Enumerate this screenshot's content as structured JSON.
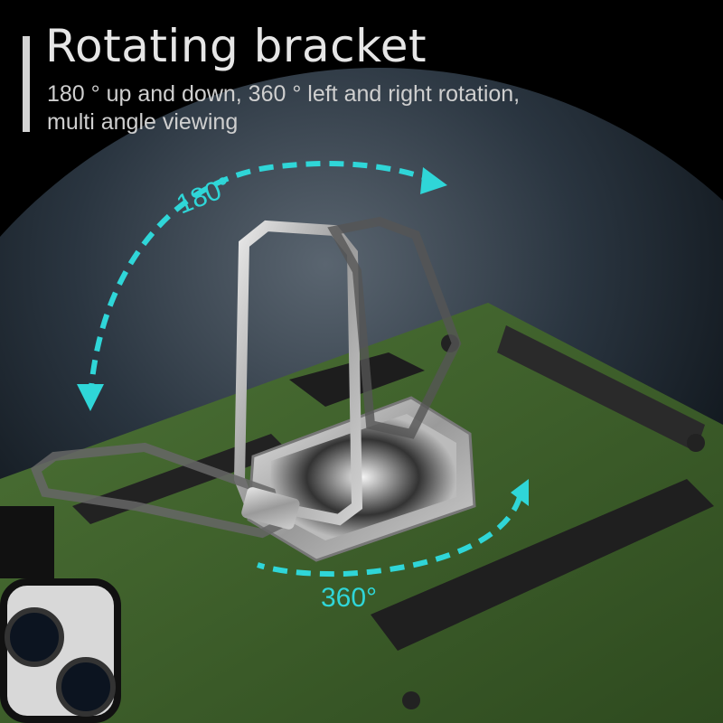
{
  "header": {
    "title": "Rotating bracket",
    "subtitle_line1": "180 ° up and down, 360 ° left and right rotation,",
    "subtitle_line2": "multi angle viewing"
  },
  "annotations": {
    "vertical_rotation": "180°",
    "horizontal_rotation": "360°"
  },
  "colors": {
    "accent": "#2fd6d8",
    "case_green": "#3f5e2c",
    "background": "#000000"
  }
}
